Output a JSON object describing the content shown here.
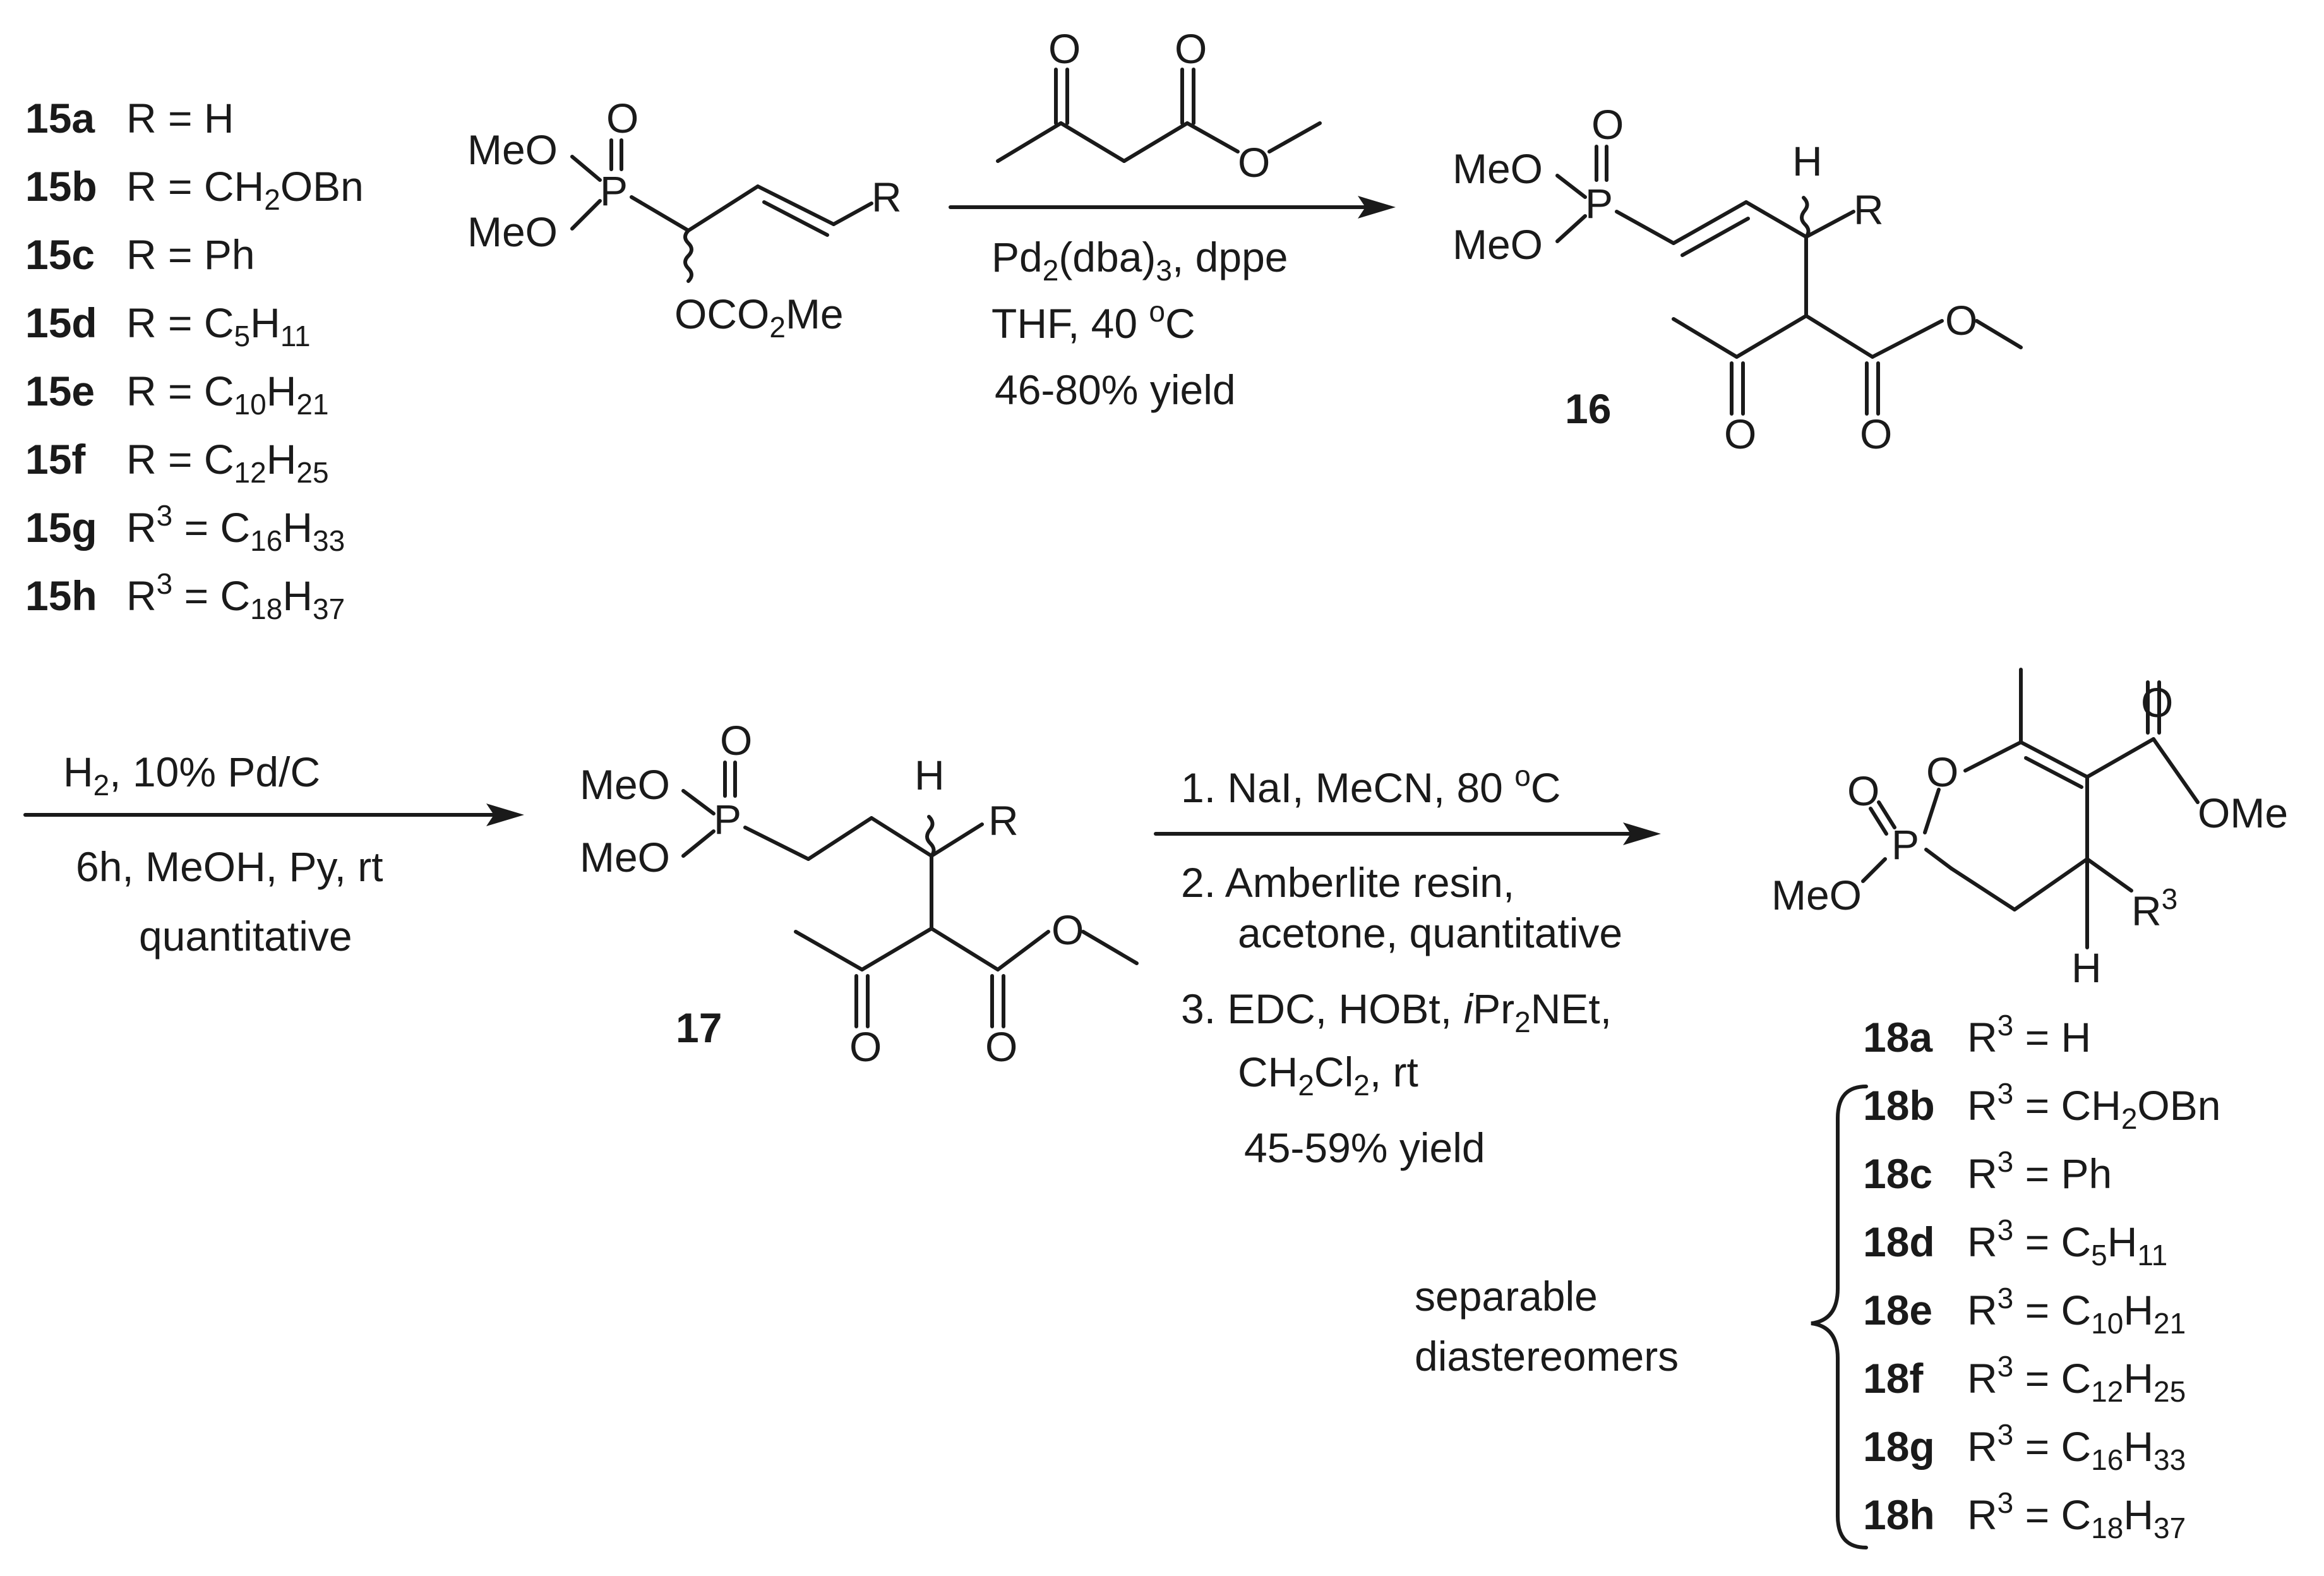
{
  "atoms": {
    "MeO": "MeO",
    "O": "O",
    "P": "P",
    "R": "R",
    "H": "H",
    "OMe": "OMe",
    "OCO2Me": "OCO2Me",
    "R3": "R3"
  },
  "series15": [
    {
      "label": "15a",
      "sub": "R = H"
    },
    {
      "label": "15b",
      "sub": "R = CH2OBn"
    },
    {
      "label": "15c",
      "sub": "R = Ph"
    },
    {
      "label": "15d",
      "sub": "R = C5H11"
    },
    {
      "label": "15e",
      "sub": "R = C10H21"
    },
    {
      "label": "15f",
      "sub": "R = C12H25"
    },
    {
      "label": "15g",
      "sub": "R3 = C16H33"
    },
    {
      "label": "15h",
      "sub": "R3 = C18H37"
    }
  ],
  "step1": {
    "line1": "Pd2(dba)3, dppe",
    "line2": "THF, 40 oC",
    "line3": "46-80% yield"
  },
  "step2": {
    "line1": "H2, 10% Pd/C",
    "line2": "6h, MeOH, Py, rt",
    "line3": "quantitative"
  },
  "step3": {
    "line1": "1. NaI, MeCN, 80 oC",
    "line2": "2. Amberlite resin,",
    "line3": "acetone,  quantitative",
    "line4": "3. EDC, HOBt, iPr2NEt,",
    "line5": "CH2Cl2, rt",
    "line6": "45-59% yield"
  },
  "compounds": {
    "c16": "16",
    "c17": "17"
  },
  "series18": [
    {
      "label": "18a",
      "sub": "R3 = H"
    },
    {
      "label": "18b",
      "sub": "R3 = CH2OBn"
    },
    {
      "label": "18c",
      "sub": "R3 = Ph"
    },
    {
      "label": "18d",
      "sub": "R3 = C5H11"
    },
    {
      "label": "18e",
      "sub": "R3 = C10H21"
    },
    {
      "label": "18f",
      "sub": "R3 = C12H25"
    },
    {
      "label": "18g",
      "sub": "R3 = C16H33"
    },
    {
      "label": "18h",
      "sub": "R3 = C18H37"
    }
  ],
  "separable": {
    "line1": "separable",
    "line2": "diastereomers"
  }
}
